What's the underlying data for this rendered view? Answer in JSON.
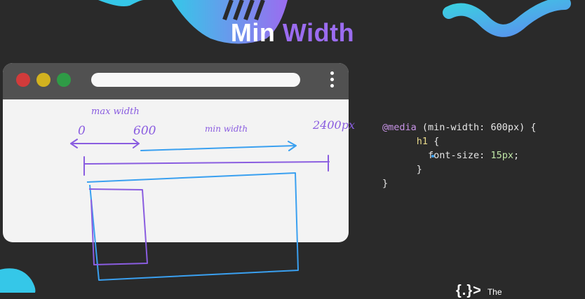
{
  "title": {
    "word1": "Min",
    "word2": "Width"
  },
  "sketch_labels": {
    "max_width": "max width",
    "zero": "0",
    "six_hundred": "600",
    "min_width": "min width",
    "max_px": "2400px"
  },
  "code": {
    "line1_at": "@media",
    "line1_rest": " (min-width: 600px) {",
    "line2_selector": "h1",
    "line2_rest": " {",
    "line3_prop": "font-size: ",
    "line3_value": "15px",
    "line3_end": ";",
    "line4": "}",
    "line5": "}"
  },
  "logo": {
    "mark": "{.}>",
    "text": "The"
  },
  "colors": {
    "background": "#2a2a2a",
    "accent_purple": "#9b6cf0",
    "accent_blue": "#3aa0f0",
    "window_bar": "#515151"
  }
}
